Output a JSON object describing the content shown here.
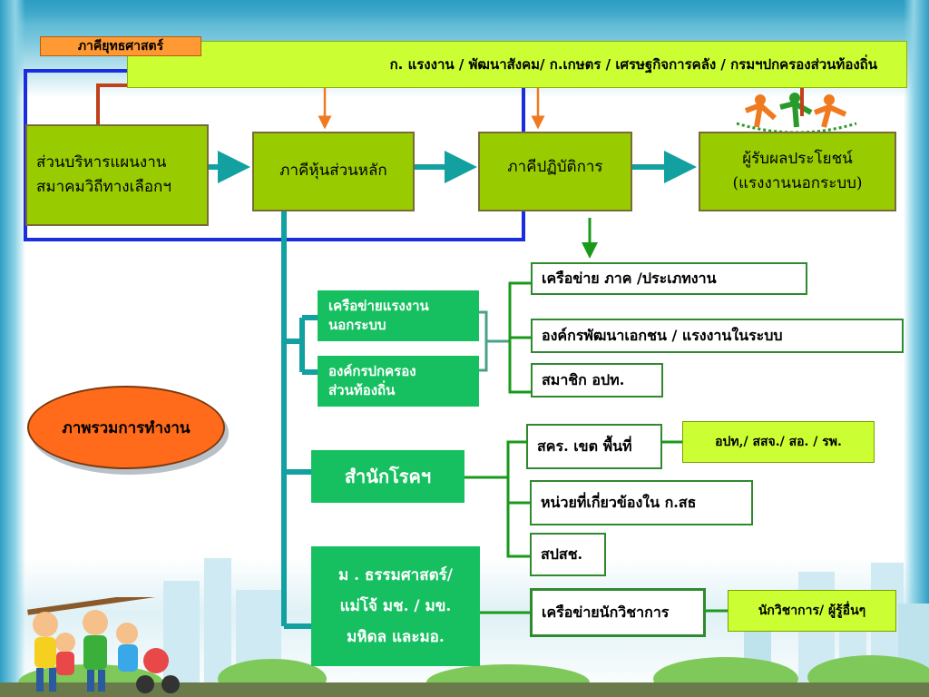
{
  "labels": {
    "theory_tag": "ภาคียุทธศาสตร์",
    "ministries": "ก. แรงงาน / พัฒนาสังคม/ ก.เกษตร / เศรษฐกิจการคลัง / กรมฯปกครองส่วนท้องถิ่น",
    "admin_line1": "ส่วนบริหารแผนงาน",
    "admin_line2": "สมาคมวิถีทางเลือกฯ",
    "core_partner": "ภาคีหุ้นส่วนหลัก",
    "operational_partner": "ภาคีปฏิบัติการ",
    "beneficiary_line1": "ผู้รับผลประโยชน์",
    "beneficiary_line2": "(แรงงานนอกระบบ)",
    "informal_network_line1": "เครือข่ายแรงงาน",
    "informal_network_line2": "นอกระบบ",
    "local_gov_line1": "องค์กรปกครอง",
    "local_gov_line2": "ส่วนท้องถิ่น",
    "network_region": "เครือข่าย ภาค /ประเภทงาน",
    "ngo_formal": "องค์กรพัฒนาเอกชน / แรงงานในระบบ",
    "lao_member": "สมาชิก อปท.",
    "overview": "ภาพรวมการทำงาน",
    "disease_office": "สำนักโรคฯ",
    "provincial_office": "สคร. เขต พื้นที่",
    "local_units": "อปท,/ สสจ./ สอ. / รพ.",
    "related_units": "หน่วยที่เกี่ยวข้องใน ก.สธ",
    "health_office": "สปสช.",
    "univ_line1": "ม . ธรรมศาสตร์/",
    "univ_line2": "แม่โจ้ มช. / มข.",
    "univ_line3": "มหิดล และมอ.",
    "academic_network": "เครือข่ายนักวิชาการ",
    "academics": "นักวิชาการ/ ผู้รู้อื่นๆ"
  },
  "colors": {
    "olive_box": "#99cc00",
    "green_box": "#16c060",
    "lime_box": "#ccff33",
    "orange_tag": "#ff9933",
    "overview_ellipse": "#ff6b1a",
    "teal_connector": "#12a0a0",
    "blue_frame": "#1a2ee0",
    "red_connector": "#c0401a",
    "orange_arrow": "#f07a20",
    "green_connector": "#1a9a1a"
  },
  "icons": [
    "people-logo-icon",
    "children-illustration-icon",
    "city-skyline-icon"
  ]
}
